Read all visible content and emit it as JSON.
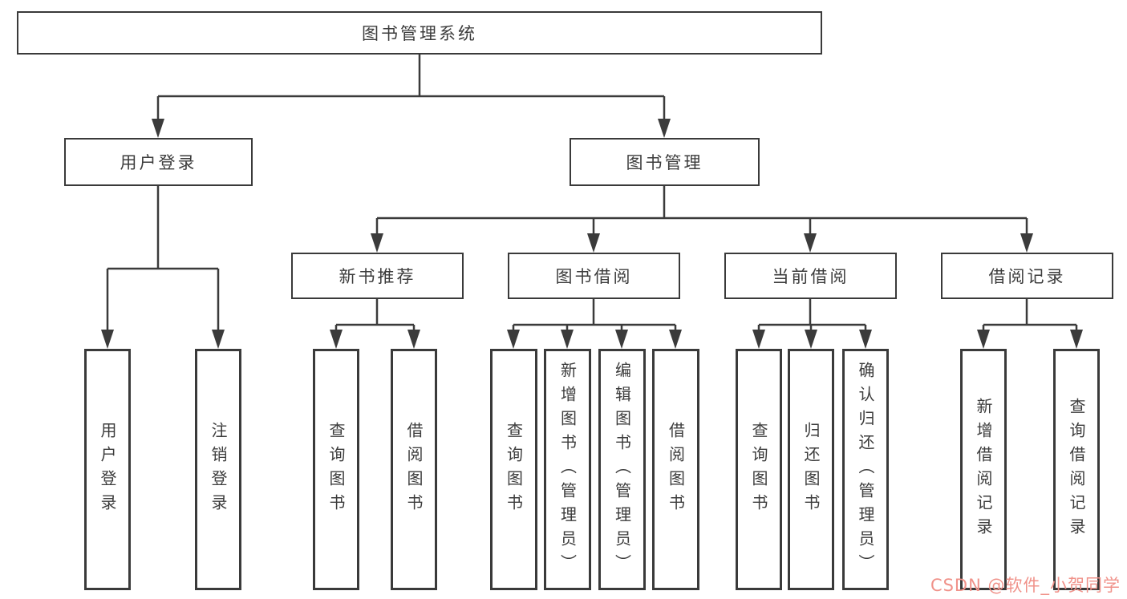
{
  "diagram": {
    "root": {
      "label": "图书管理系统"
    },
    "level2": [
      {
        "label": "用户登录"
      },
      {
        "label": "图书管理"
      }
    ],
    "level3": [
      {
        "label": "新书推荐"
      },
      {
        "label": "图书借阅"
      },
      {
        "label": "当前借阅"
      },
      {
        "label": "借阅记录"
      }
    ],
    "leaves": {
      "user_login": [
        {
          "label": "用户登录"
        },
        {
          "label": "注销登录"
        }
      ],
      "new_book_recommend": [
        {
          "label": "查询图书"
        },
        {
          "label": "借阅图书"
        }
      ],
      "book_borrow": [
        {
          "label": "查询图书"
        },
        {
          "label": "新增图书（管理员）"
        },
        {
          "label": "编辑图书（管理员）"
        },
        {
          "label": "借阅图书"
        }
      ],
      "current_borrow": [
        {
          "label": "查询图书"
        },
        {
          "label": "归还图书"
        },
        {
          "label": "确认归还（管理员）"
        }
      ],
      "borrow_record": [
        {
          "label": "新增借阅记录"
        },
        {
          "label": "查询借阅记录"
        }
      ]
    }
  },
  "watermark": {
    "text": "CSDN @软件_小贺同学",
    "color": "#F0928A"
  },
  "colors": {
    "line": "#3B3B3B",
    "border": "#3A3A3A",
    "text": "#3C3C3C",
    "background": "#FFFFFF"
  }
}
